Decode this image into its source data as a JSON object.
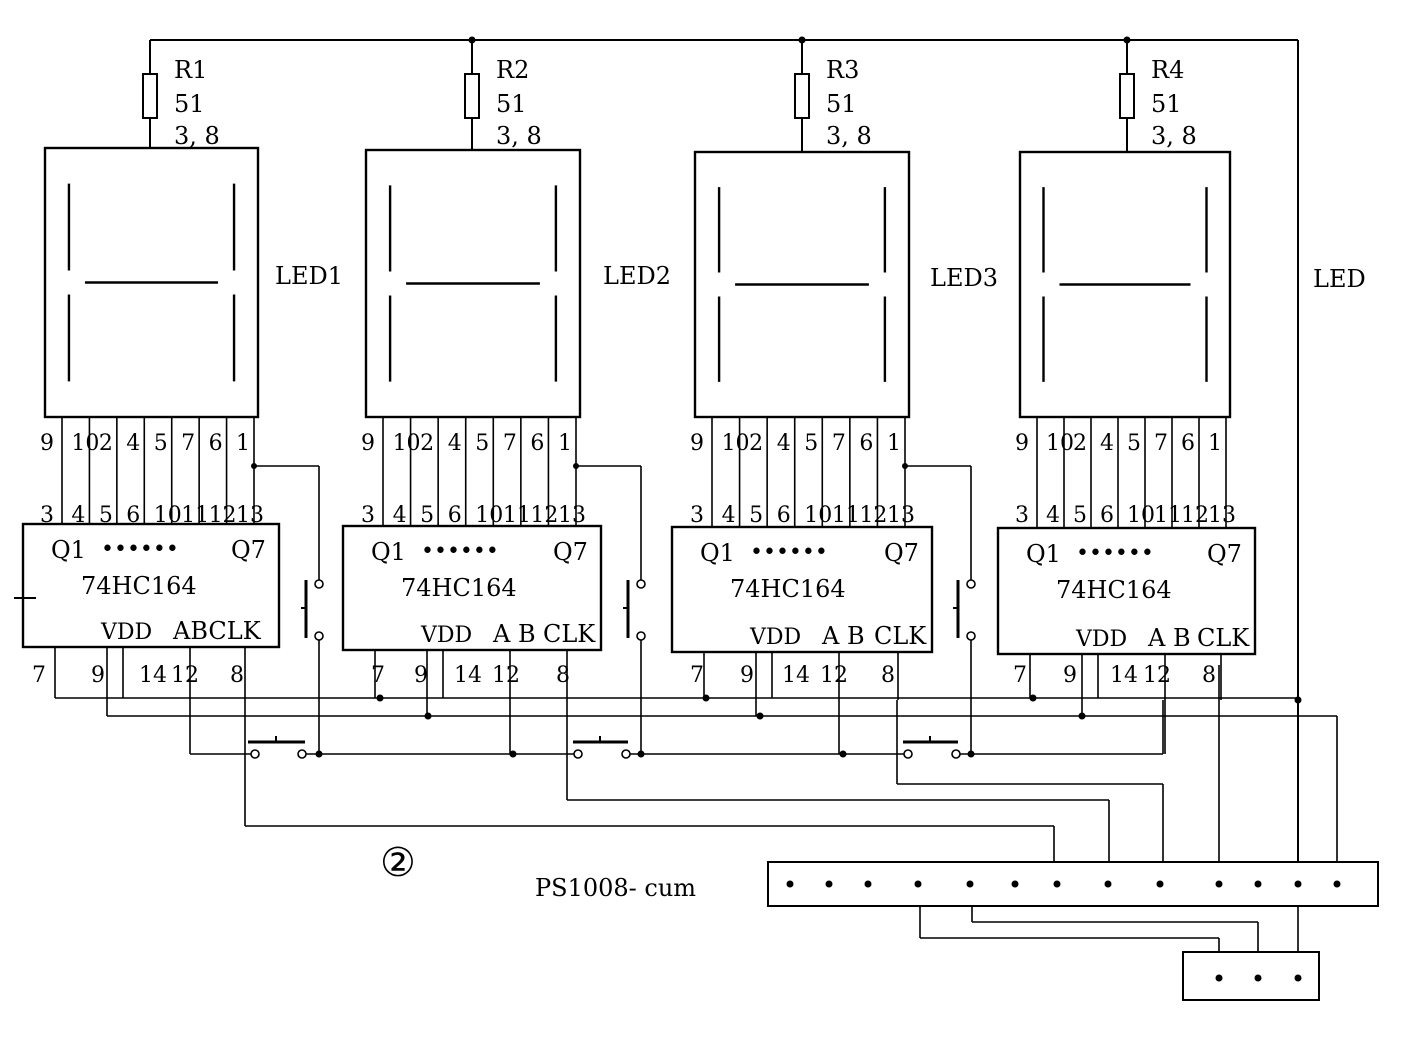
{
  "modules": [
    {
      "resistor": {
        "name": "R1",
        "value": "51",
        "spec": "3, 8"
      },
      "led_label": "LED1",
      "led_pins": [
        "9",
        "10",
        "2",
        "4",
        "5",
        "7",
        "6",
        "1"
      ],
      "chip_pins_top": [
        "3",
        "4",
        "5",
        "6",
        "10",
        "11",
        "12",
        "13"
      ],
      "chip": {
        "q_first": "Q1",
        "q_last": "Q7",
        "dots": "••••••",
        "name": "74HC164",
        "vdd": "VDD",
        "ab": "ABCLK",
        "clk": ""
      },
      "chip_pins_bottom": [
        "7",
        "9",
        "14",
        "12",
        "8"
      ]
    },
    {
      "resistor": {
        "name": "R2",
        "value": "51",
        "spec": "3, 8"
      },
      "led_label": "LED2",
      "led_pins": [
        "9",
        "10",
        "2",
        "4",
        "5",
        "7",
        "6",
        "1"
      ],
      "chip_pins_top": [
        "3",
        "4",
        "5",
        "6",
        "10",
        "11",
        "12",
        "13"
      ],
      "chip": {
        "q_first": "Q1",
        "q_last": "Q7",
        "dots": "••••••",
        "name": "74HC164",
        "vdd": "VDD",
        "ab": "A B",
        "clk": "CLK"
      },
      "chip_pins_bottom": [
        "7",
        "9",
        "14",
        "12",
        "8"
      ]
    },
    {
      "resistor": {
        "name": "R3",
        "value": "51",
        "spec": "3, 8"
      },
      "led_label": "LED3",
      "led_pins": [
        "9",
        "10",
        "2",
        "4",
        "5",
        "7",
        "6",
        "1"
      ],
      "chip_pins_top": [
        "3",
        "4",
        "5",
        "6",
        "10",
        "11",
        "12",
        "13"
      ],
      "chip": {
        "q_first": "Q1",
        "q_last": "Q7",
        "dots": "••••••",
        "name": "74HC164",
        "vdd": "VDD",
        "ab": "A B",
        "clk": "CLK"
      },
      "chip_pins_bottom": [
        "7",
        "9",
        "14",
        "12",
        "8"
      ]
    },
    {
      "resistor": {
        "name": "R4",
        "value": "51",
        "spec": "3, 8"
      },
      "led_label": "",
      "led_pins": [
        "9",
        "10",
        "2",
        "4",
        "5",
        "7",
        "6",
        "1"
      ],
      "chip_pins_top": [
        "3",
        "4",
        "5",
        "6",
        "10",
        "11",
        "12",
        "13"
      ],
      "chip": {
        "q_first": "Q1",
        "q_last": "Q7",
        "dots": "••••••",
        "name": "74HC164",
        "vdd": "VDD",
        "ab": "A B",
        "clk": "CLK"
      },
      "chip_pins_bottom": [
        "7",
        "9",
        "14",
        "12",
        "8"
      ]
    }
  ],
  "led_rail_label": "LED",
  "circle_label": "②",
  "connector_label": "PS1008- cum"
}
